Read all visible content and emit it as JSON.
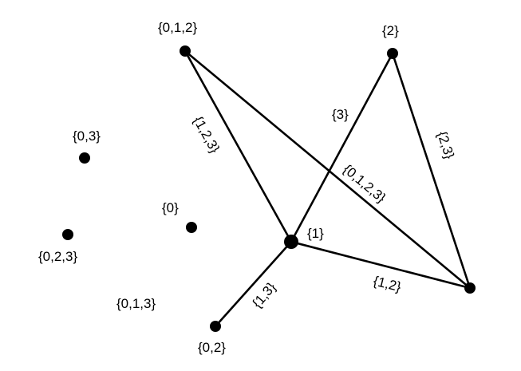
{
  "diagram": {
    "nodes": [
      {
        "id": "n012",
        "label": "{0,1,2}"
      },
      {
        "id": "n2",
        "label": "{2}"
      },
      {
        "id": "n03",
        "label": "{0,3}"
      },
      {
        "id": "n0",
        "label": "{0}"
      },
      {
        "id": "n023",
        "label": "{0,2,3}"
      },
      {
        "id": "n1",
        "label": "{1}"
      },
      {
        "id": "nR",
        "label": ""
      },
      {
        "id": "n02",
        "label": "{0,2}"
      }
    ],
    "edges": [
      {
        "from": "n012",
        "to": "n1",
        "label": "{1,2,3}"
      },
      {
        "from": "n012",
        "to": "nR",
        "label": "{0,1,2,3}"
      },
      {
        "from": "n2",
        "to": "n1",
        "label": "{3}"
      },
      {
        "from": "n2",
        "to": "nR",
        "label": "{2,3}"
      },
      {
        "from": "n1",
        "to": "nR",
        "label": "{1,2}"
      },
      {
        "from": "n1",
        "to": "n02",
        "label": "{1,3}"
      }
    ],
    "free_labels": [
      {
        "id": "f013",
        "label": "{0,1,3}"
      }
    ],
    "colors": {
      "ink": "#000000",
      "background": "#ffffff"
    }
  }
}
